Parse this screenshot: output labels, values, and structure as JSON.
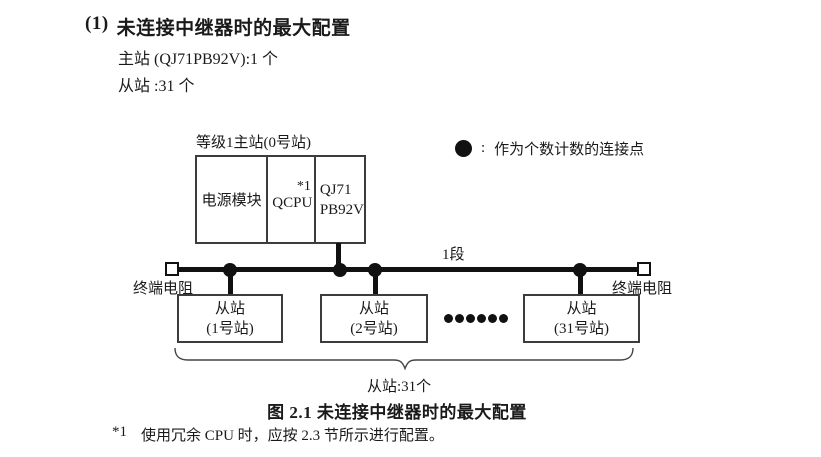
{
  "header": {
    "item_number": "(1)",
    "title": "未连接中继器时的最大配置",
    "master_count_line": "主站 (QJ71PB92V):1 个",
    "slave_count_line": "从站 :31 个"
  },
  "diagram": {
    "master_station": {
      "label": "等级1主站(0号站)",
      "power_module": "电源模块",
      "cpu": "QCPU",
      "cpu_note": "*1",
      "interface_line1": "QJ71",
      "interface_line2": "PB92V"
    },
    "legend": {
      "icon": "filled-circle",
      "separator": ":",
      "text": "作为个数计数的连接点"
    },
    "segment_label": "1段",
    "terminator_left_label": "终端电阻",
    "terminator_right_label": "终端电阻",
    "slaves": [
      {
        "line1": "从站",
        "line2": "(1号站)"
      },
      {
        "line1": "从站",
        "line2": "(2号站)"
      },
      {
        "line1": "从站",
        "line2": "(31号站)"
      }
    ],
    "icons": {
      "terminator": "open-square",
      "connection_point": "filled-circle",
      "ellipsis": "six-filled-dots"
    },
    "brace_label": "从站:31个"
  },
  "caption": "图 2.1 未连接中继器时的最大配置",
  "footnote": {
    "marker": "*1",
    "text": "使用冗余 CPU 时，应按 2.3 节所示进行配置。"
  },
  "colors": {
    "text": "#1a1a1a",
    "line": "#111111",
    "border": "#3c3c3c",
    "background": "#ffffff"
  }
}
